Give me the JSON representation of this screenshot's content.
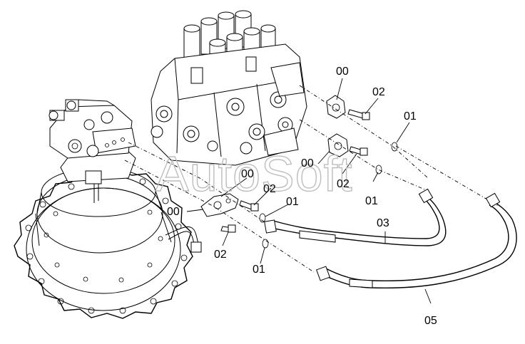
{
  "watermark": "AutoSoft",
  "callouts": {
    "c1": "00",
    "c2": "02",
    "c3": "01",
    "c4": "00",
    "c5": "02",
    "c6": "01",
    "c7": "00",
    "c8": "02",
    "c9": "01",
    "c10": "00",
    "c11": "02",
    "c12": "01",
    "c13": "03",
    "c14": "05"
  }
}
